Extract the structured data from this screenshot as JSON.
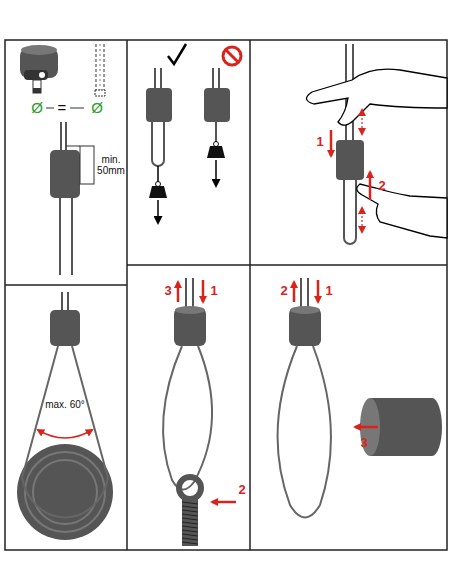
{
  "diagram": {
    "labels": [
      "Ø",
      "=",
      "Ø",
      "min. 50mm",
      "max. 60°",
      "1",
      "2",
      "3",
      "1",
      "2",
      "2",
      "1",
      "3"
    ]
  }
}
